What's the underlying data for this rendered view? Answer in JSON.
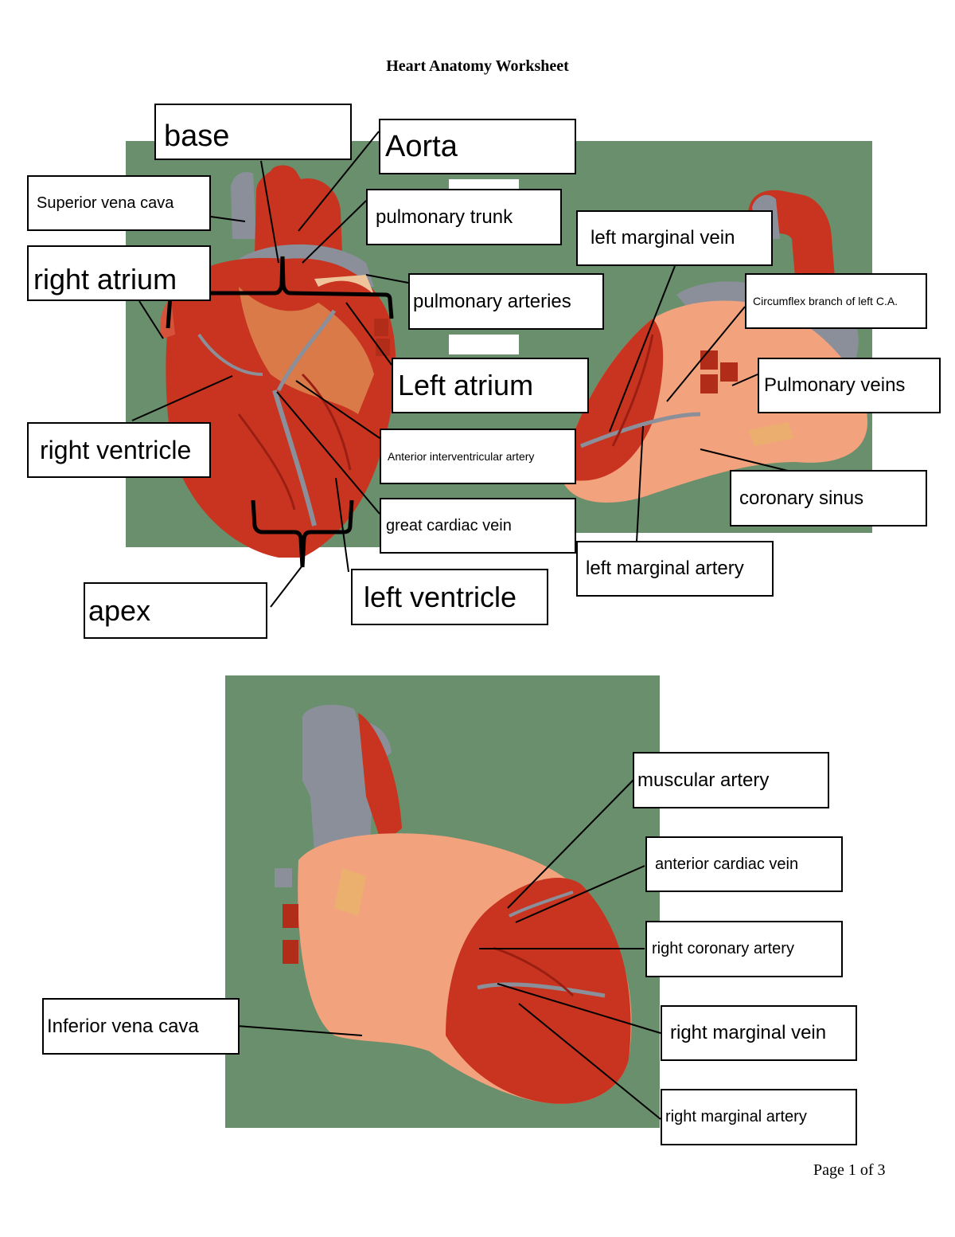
{
  "page": {
    "title": "Heart Anatomy Worksheet",
    "footer": "Page 1 of 3"
  },
  "colors": {
    "panel_green": "#6a8f6c",
    "muscle_red": "#c8341f",
    "vessel_gray": "#8a8f9a",
    "fat_yellow": "#e8b46a",
    "skin_pink": "#f3a27e"
  },
  "labels": {
    "base": "base",
    "aorta": "Aorta",
    "superior_vena_cava": "Superior vena cava",
    "pulmonary_trunk": "pulmonary trunk",
    "left_marginal_vein": "left marginal vein",
    "right_atrium": "right atrium",
    "pulmonary_arteries": "pulmonary arteries",
    "circumflex": "Circumflex branch of left C.A.",
    "left_atrium": "Left atrium",
    "pulmonary_veins": "Pulmonary veins",
    "right_ventricle": "right ventricle",
    "anterior_interventricular": "Anterior interventricular artery",
    "coronary_sinus": "coronary sinus",
    "great_cardiac_vein": "great cardiac vein",
    "left_marginal_artery": "left marginal artery",
    "apex": "apex",
    "left_ventricle": "left ventricle",
    "muscular_artery": "muscular artery",
    "anterior_cardiac_vein": "anterior cardiac vein",
    "right_coronary_artery": "right coronary artery",
    "inferior_vena_cava": "Inferior vena cava",
    "right_marginal_vein": "right marginal vein",
    "right_marginal_artery": "right marginal artery"
  }
}
